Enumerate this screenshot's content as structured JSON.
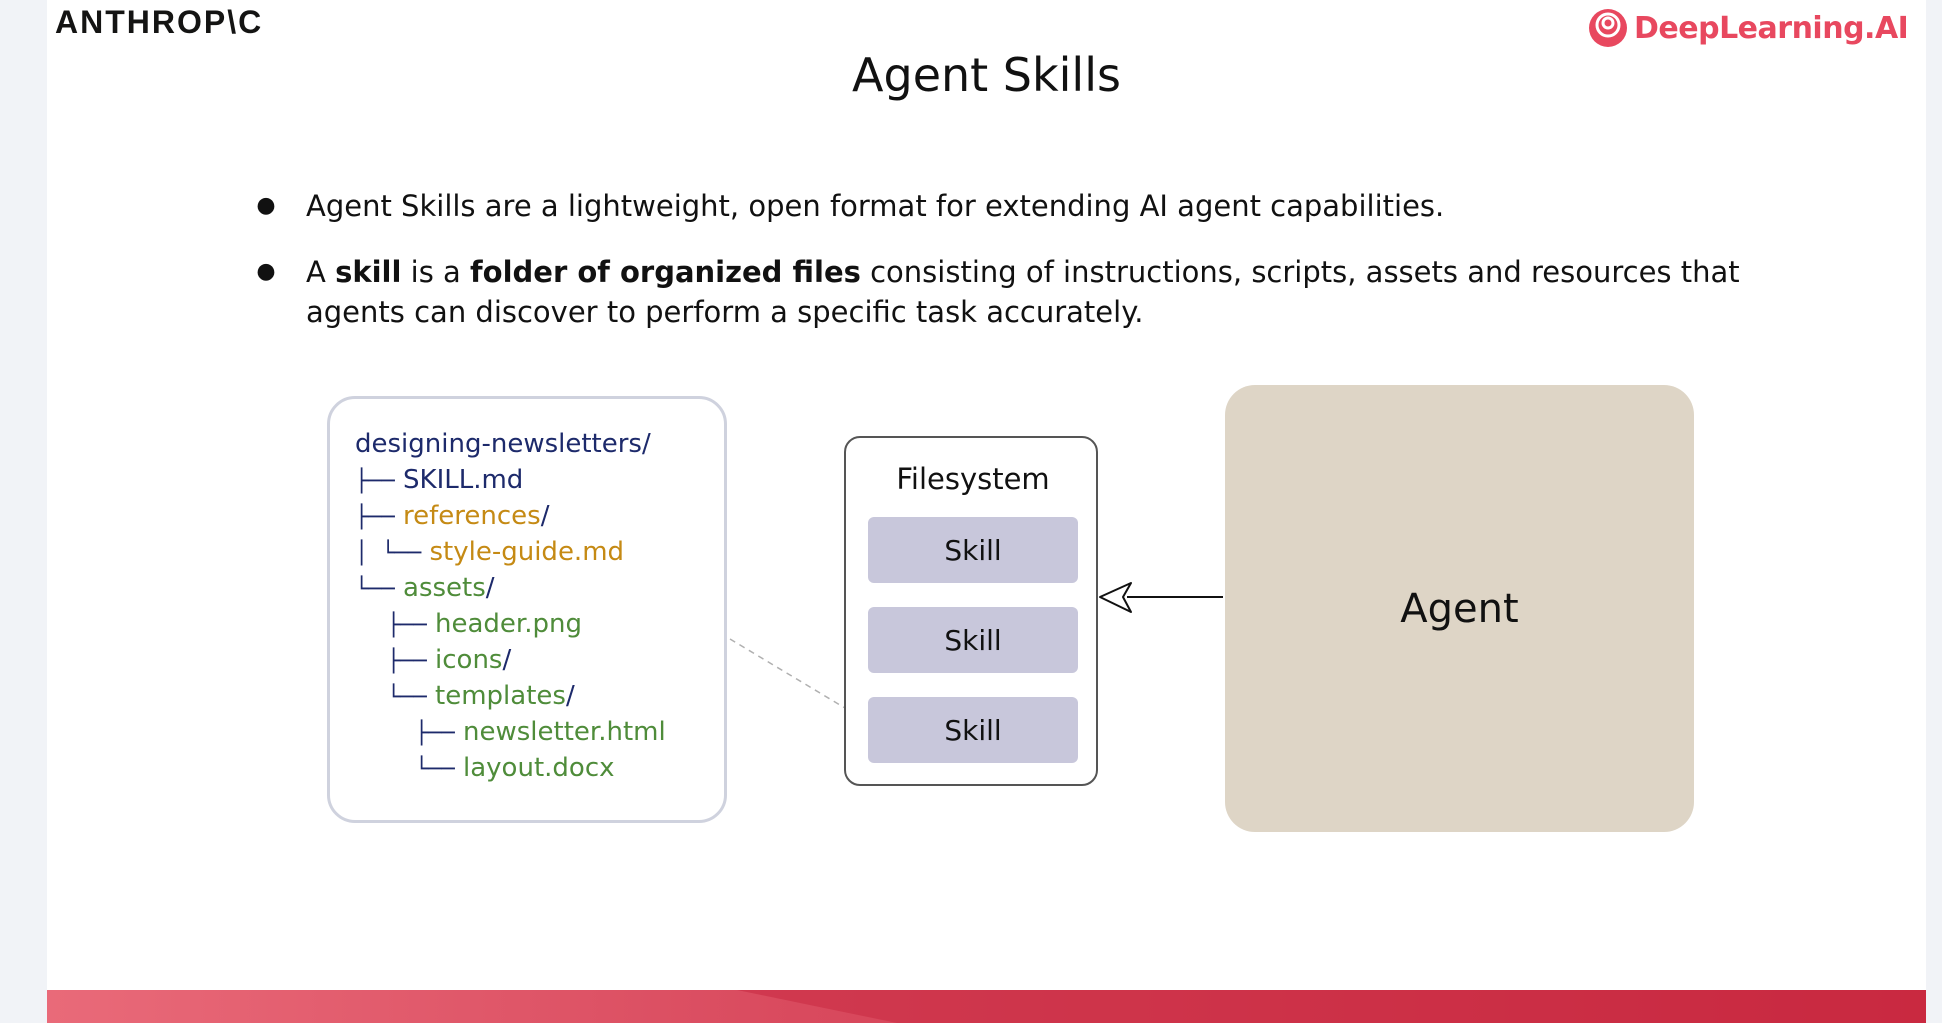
{
  "brand": {
    "anthropic": "ANTHROP\\C",
    "deeplearning": "DeepLearning.AI",
    "accent_color": "#e8485f"
  },
  "title": "Agent Skills",
  "bullets": [
    {
      "text": "Agent Skills are a lightweight, open format for extending AI agent capabilities."
    },
    {
      "parts": [
        "A ",
        "skill",
        " is a ",
        "folder of organized files",
        " consisting of instructions, scripts, assets and resources that agents can discover to perform a specific task accurately."
      ]
    }
  ],
  "folder_tree": {
    "colors": {
      "root": "#1d2a6b",
      "references": "#c58a14",
      "assets": "#4f8c3a"
    },
    "items": [
      {
        "prefix": "",
        "name": "designing-newsletters",
        "suffix": "/"
      },
      {
        "prefix": "├──",
        "name": "SKILL.md",
        "suffix": ""
      },
      {
        "prefix": "├──",
        "name": "references",
        "suffix": "/"
      },
      {
        "prefix": "│  └──",
        "name": "style-guide.md",
        "suffix": ""
      },
      {
        "prefix": "└──",
        "name": "assets",
        "suffix": "/"
      },
      {
        "prefix": "├──",
        "name": "header.png",
        "suffix": ""
      },
      {
        "prefix": "├──",
        "name": "icons",
        "suffix": "/"
      },
      {
        "prefix": "└──",
        "name": "templates",
        "suffix": "/"
      },
      {
        "prefix": "├──",
        "name": "newsletter.html",
        "suffix": ""
      },
      {
        "prefix": "└──",
        "name": "layout.docx",
        "suffix": ""
      }
    ]
  },
  "filesystem": {
    "label": "Filesystem",
    "skills": [
      "Skill",
      "Skill",
      "Skill"
    ]
  },
  "agent": {
    "label": "Agent"
  }
}
